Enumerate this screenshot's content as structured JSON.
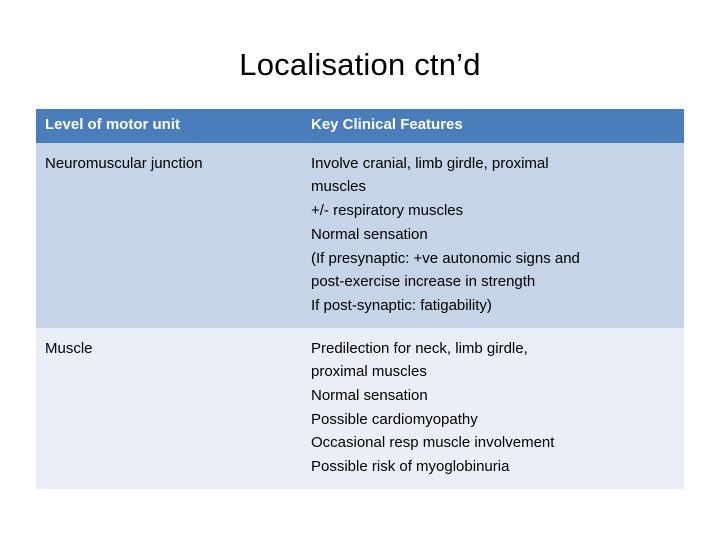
{
  "slide": {
    "title": "Localisation ctn’d",
    "colors": {
      "header_bg": "#4a7ebb",
      "header_text": "#ffffff",
      "row_alt_bg": "#c6d4e8",
      "row_plain_bg": "#eaeff7"
    },
    "table": {
      "headers": [
        "Level of motor unit",
        "Key Clinical Features"
      ],
      "rows": [
        {
          "level": "Neuromuscular junction",
          "features": [
            "Involve cranial, limb girdle, proximal",
            "muscles",
            "+/- respiratory muscles",
            "Normal sensation",
            "(If presynaptic: +ve autonomic signs and",
            "post-exercise increase in strength",
            "If post-synaptic: fatigability)"
          ]
        },
        {
          "level": "Muscle",
          "features": [
            "Predilection for neck, limb girdle,",
            "proximal muscles",
            "Normal sensation",
            "Possible cardiomyopathy",
            "Occasional resp muscle involvement",
            "Possible risk of myoglobinuria"
          ]
        }
      ]
    }
  }
}
